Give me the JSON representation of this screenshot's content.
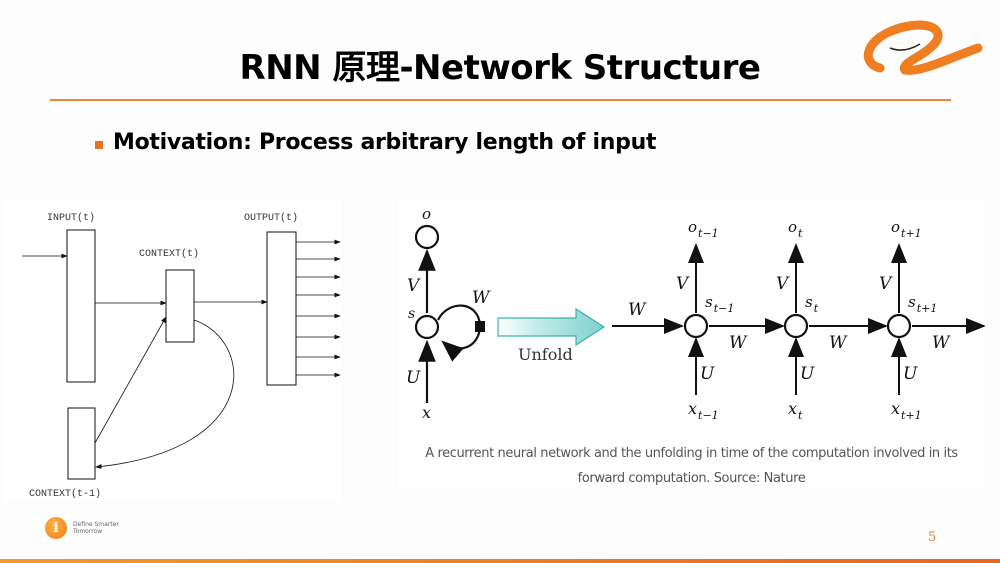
{
  "slide": {
    "title": "RNN 原理-Network Structure",
    "bullet": "Motivation: Process arbitrary length of input",
    "page_number": "5",
    "accent_color": "#f0883a"
  },
  "footer": {
    "logo_glyph": "i",
    "tagline_line1": "Define Smarter",
    "tagline_line2": "Tomorrow"
  },
  "left_diagram": {
    "input_label": "INPUT(t)",
    "context_label": "CONTEXT(t)",
    "output_label": "OUTPUT(t)",
    "prev_context_label": "CONTEXT(t-1)",
    "output_arrow_count": 8
  },
  "right_diagram": {
    "folded": {
      "output": "o",
      "state": "s",
      "input": "x",
      "weight_v": "V",
      "weight_u": "U",
      "weight_w": "W"
    },
    "unfold_label": "Unfold",
    "steps": [
      {
        "o": "o",
        "o_sub": "t−1",
        "s": "s",
        "s_sub": "t−1",
        "x": "x",
        "x_sub": "t−1",
        "v": "V",
        "u": "U",
        "w_out": "W"
      },
      {
        "o": "o",
        "o_sub": "t",
        "s": "s",
        "s_sub": "t",
        "x": "x",
        "x_sub": "t",
        "v": "V",
        "u": "U",
        "w_out": "W"
      },
      {
        "o": "o",
        "o_sub": "t+1",
        "s": "s",
        "s_sub": "t+1",
        "x": "x",
        "x_sub": "t+1",
        "v": "V",
        "u": "U",
        "w_out": "W"
      }
    ],
    "w_in": "W",
    "caption_line1": "A recurrent neural network and the unfolding in time of the computation involved in its",
    "caption_line2": "forward computation. Source: Nature"
  }
}
